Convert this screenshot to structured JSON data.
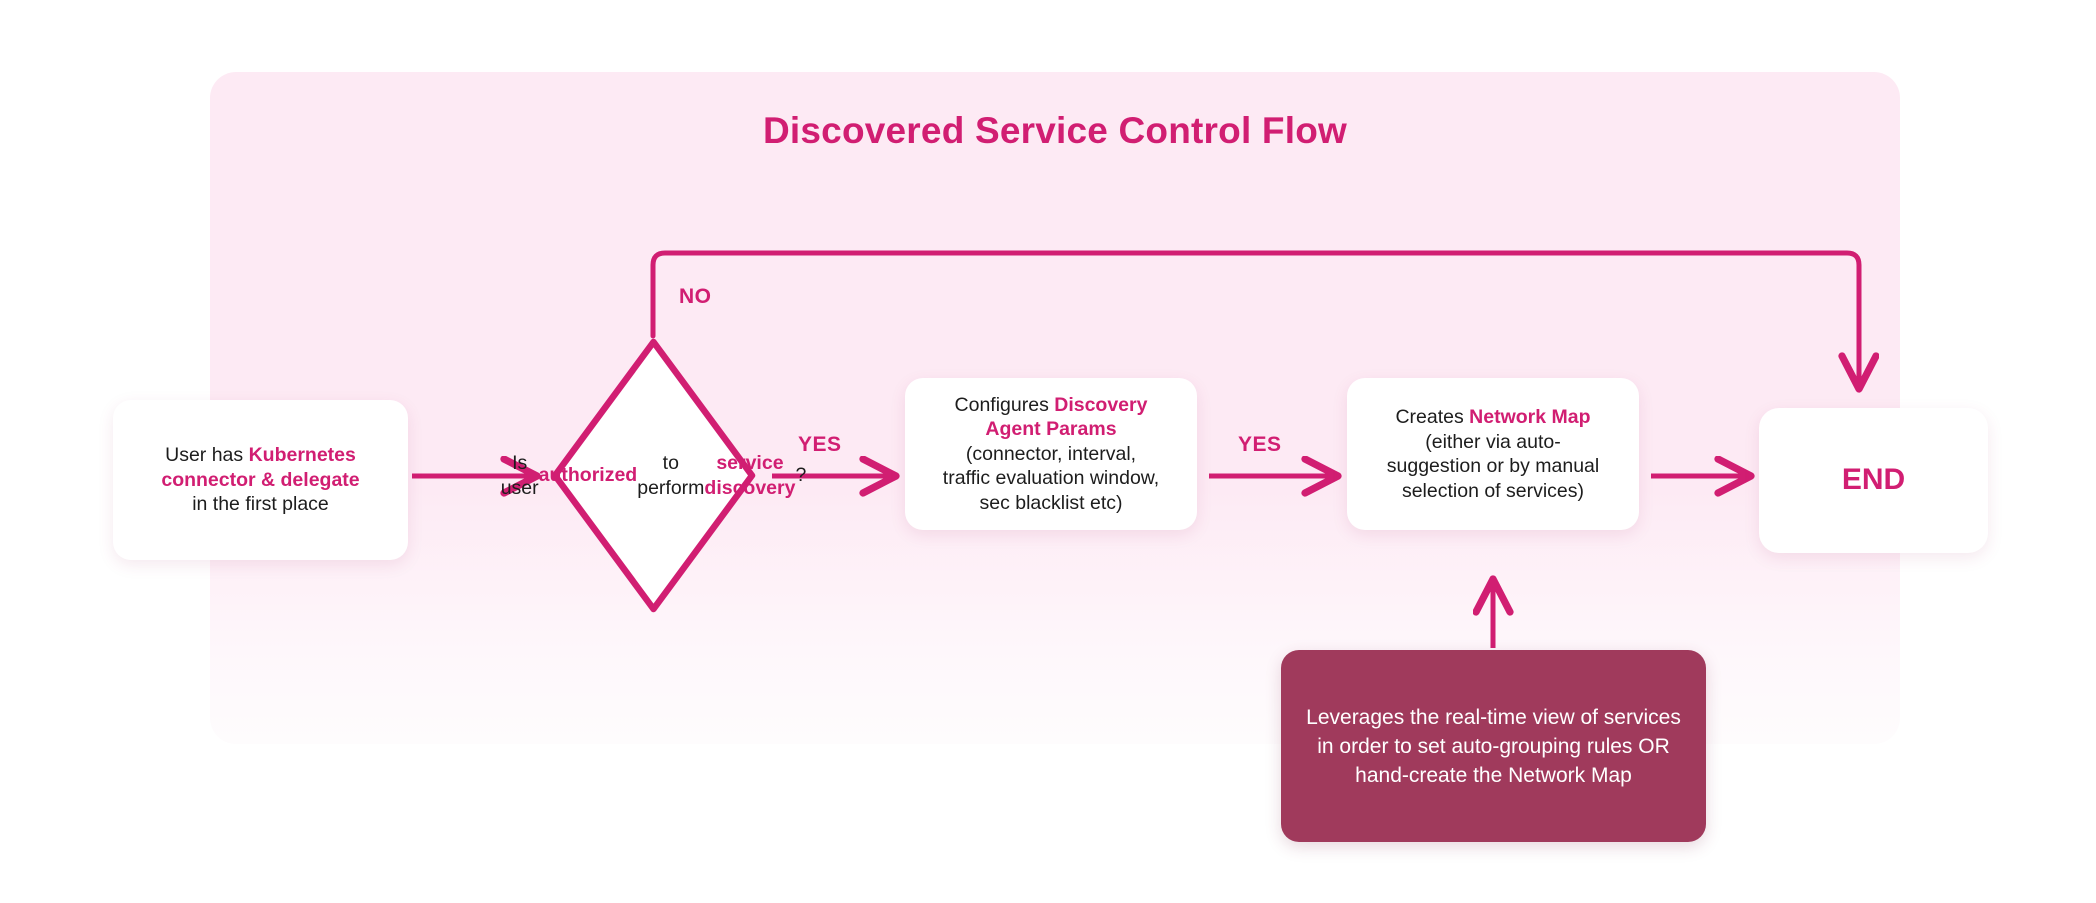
{
  "diagram": {
    "title": "Discovered Service Control Flow",
    "colors": {
      "panel_background": "#fdeaf4",
      "accent": "#d11e72",
      "note_background": "#a03a5c",
      "node_background": "#ffffff",
      "text": "#1d1d1d"
    }
  },
  "nodes": {
    "user": {
      "name": "user-prerequisite",
      "shape": "rounded-rect",
      "lines": [
        [
          {
            "t": "User has ",
            "b": false
          },
          {
            "t": "Kubernetes",
            "b": true
          }
        ],
        [
          {
            "t": "connector & delegate",
            "b": true
          }
        ],
        [
          {
            "t": "in the first place",
            "b": false
          }
        ]
      ]
    },
    "decision": {
      "name": "authorization-decision",
      "shape": "diamond",
      "lines": [
        [
          {
            "t": "Is user",
            "b": false
          }
        ],
        [
          {
            "t": "authorized",
            "b": true
          }
        ],
        [
          {
            "t": "to perform",
            "b": false
          }
        ],
        [
          {
            "t": "service discovery",
            "b": true
          },
          {
            "t": "?",
            "b": false
          }
        ]
      ]
    },
    "config": {
      "name": "configure-discovery-agent-params",
      "shape": "rounded-rect",
      "lines": [
        [
          {
            "t": "Configures ",
            "b": false
          },
          {
            "t": "Discovery",
            "b": true
          }
        ],
        [
          {
            "t": "Agent Params",
            "b": true
          }
        ],
        [
          {
            "t": "(connector, interval,",
            "b": false
          }
        ],
        [
          {
            "t": "traffic evaluation window,",
            "b": false
          }
        ],
        [
          {
            "t": "sec blacklist etc)",
            "b": false
          }
        ]
      ]
    },
    "map": {
      "name": "create-network-map",
      "shape": "rounded-rect",
      "lines": [
        [
          {
            "t": "Creates ",
            "b": false
          },
          {
            "t": "Network Map",
            "b": true
          }
        ],
        [
          {
            "t": "(either via auto-",
            "b": false
          }
        ],
        [
          {
            "t": "suggestion or by manual",
            "b": false
          }
        ],
        [
          {
            "t": "selection of services)",
            "b": false
          }
        ]
      ]
    },
    "end": {
      "name": "end-terminator",
      "shape": "rounded-rect",
      "label": "END"
    },
    "note": {
      "name": "network-map-annotation",
      "shape": "rounded-rect-filled",
      "text": "Leverages the real-time view of services in order to set auto-grouping rules OR hand-create the Network Map"
    }
  },
  "edges": [
    {
      "name": "user-to-decision",
      "from": "user",
      "to": "decision",
      "label": ""
    },
    {
      "name": "decision-no-to-end",
      "from": "decision",
      "to": "end",
      "label": "NO"
    },
    {
      "name": "decision-yes-to-config",
      "from": "decision",
      "to": "config",
      "label": "YES"
    },
    {
      "name": "config-yes-to-map",
      "from": "config",
      "to": "map",
      "label": "YES"
    },
    {
      "name": "map-to-end",
      "from": "map",
      "to": "end",
      "label": ""
    },
    {
      "name": "note-to-map",
      "from": "note",
      "to": "map",
      "label": ""
    }
  ],
  "edge_labels": {
    "no": "NO",
    "yes_1": "YES",
    "yes_2": "YES"
  }
}
